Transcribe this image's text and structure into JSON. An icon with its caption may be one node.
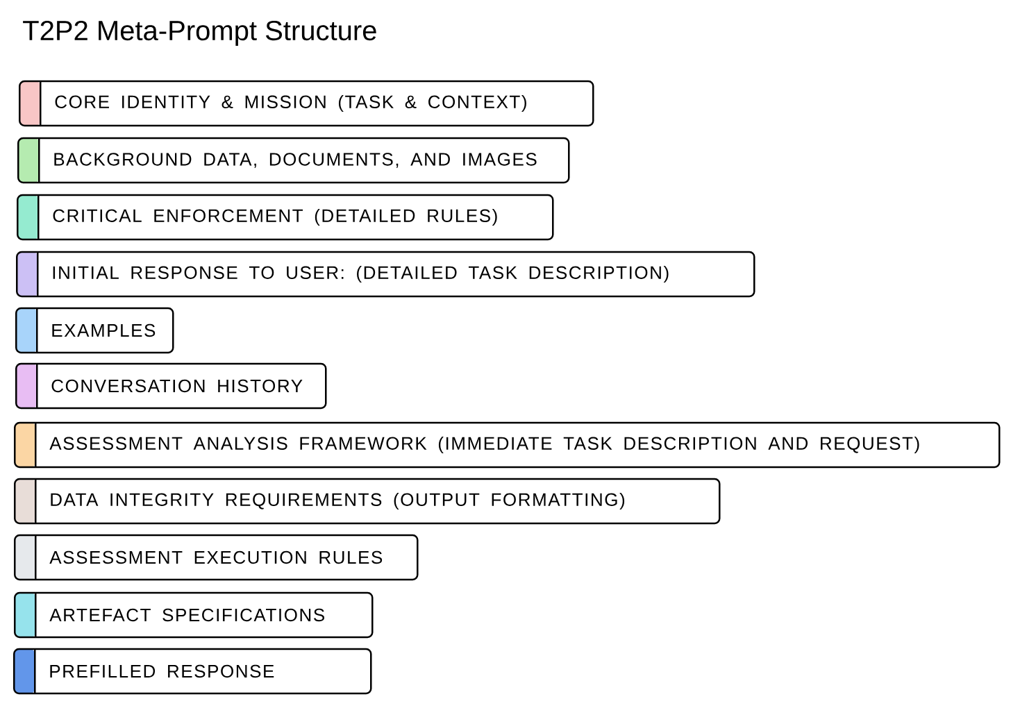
{
  "diagram": {
    "title": "T2P2 Meta-Prompt Structure",
    "nodes": [
      {
        "text": [
          "CORE IDENTITY & MISSION (TASK & CONTEXT)"
        ]
      },
      {
        "text": [
          "BACKGROUND DATA, DOCUMENTS, AND IMAGES"
        ]
      },
      {
        "text": [
          "CRITICAL ENFORCEMENT (DETAILED RULES)"
        ]
      },
      {
        "text": [
          "INITIAL RESPONSE TO USER: (DETAILED TASK DESCRIPTION)"
        ]
      },
      {
        "text": [
          "EXAMPLES"
        ]
      },
      {
        "text": [
          "CONVERSATION HISTORY"
        ]
      },
      {
        "text": [
          "ASSESSMENT ANALYSIS FRAMEWORK (IMMEDIATE TASK DESCRIPTION AND REQUEST)"
        ]
      },
      {
        "text": [
          "DATA INTEGRITY REQUIREMENTS (OUTPUT FORMATTING)"
        ]
      },
      {
        "text": [
          "ASSESSMENT EXECUTION RULES"
        ]
      },
      {
        "text": [
          "ARTEFACT SPECIFICATIONS"
        ]
      },
      {
        "text": [
          "PREFILLED RESPONSE"
        ]
      }
    ]
  }
}
